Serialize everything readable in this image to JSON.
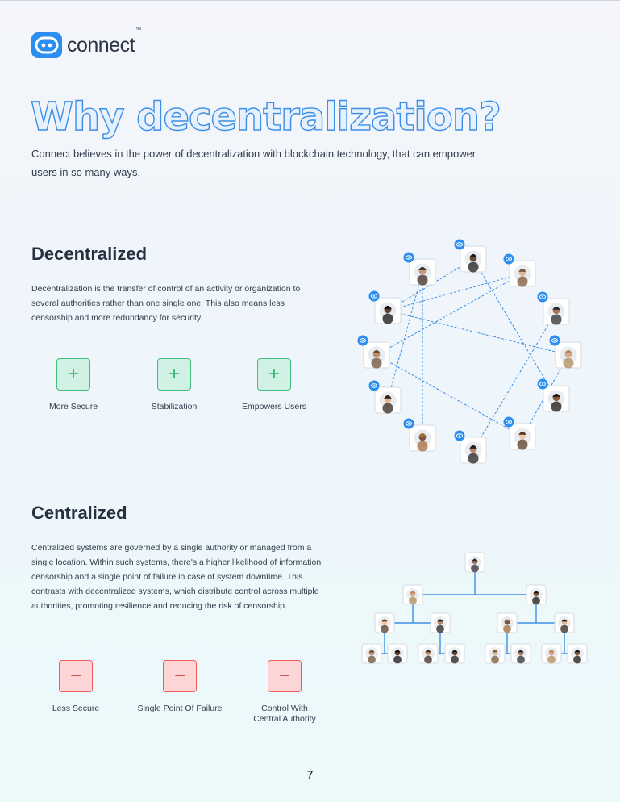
{
  "brand": {
    "name": "connect",
    "tm": "™"
  },
  "title": "Why decentralization?",
  "lead": "Connect believes in the power of  decentralization with blockchain technology, that can empower users in so many ways.",
  "decentralized": {
    "heading": "Decentralized",
    "body": "Decentralization is the transfer of control of an activity or organization to several authorities rather than one single one. This also means less censorship and more redundancy for security.",
    "features": [
      {
        "label": "More Secure",
        "icon": "plus-icon"
      },
      {
        "label": "Stabilization",
        "icon": "plus-icon"
      },
      {
        "label": "Empowers Users",
        "icon": "plus-icon"
      }
    ]
  },
  "centralized": {
    "heading": "Centralized",
    "body": "Centralized systems are governed by a single authority or managed from a single location. Within such systems, there's a higher likelihood of information censorship and a single point of failure in case of system downtime. This contrasts with decentralized systems, which distribute control across multiple authorities, promoting resilience and reducing the risk of censorship.",
    "features": [
      {
        "label": "Less Secure",
        "icon": "minus-icon"
      },
      {
        "label": "Single Point Of Failure",
        "icon": "minus-icon"
      },
      {
        "label": "Control With Central Authority",
        "icon": "minus-icon"
      }
    ]
  },
  "colors": {
    "accent": "#2b8ef0",
    "positive": "#3ebd7c",
    "negative": "#ef5c5c"
  },
  "page_number": "7"
}
